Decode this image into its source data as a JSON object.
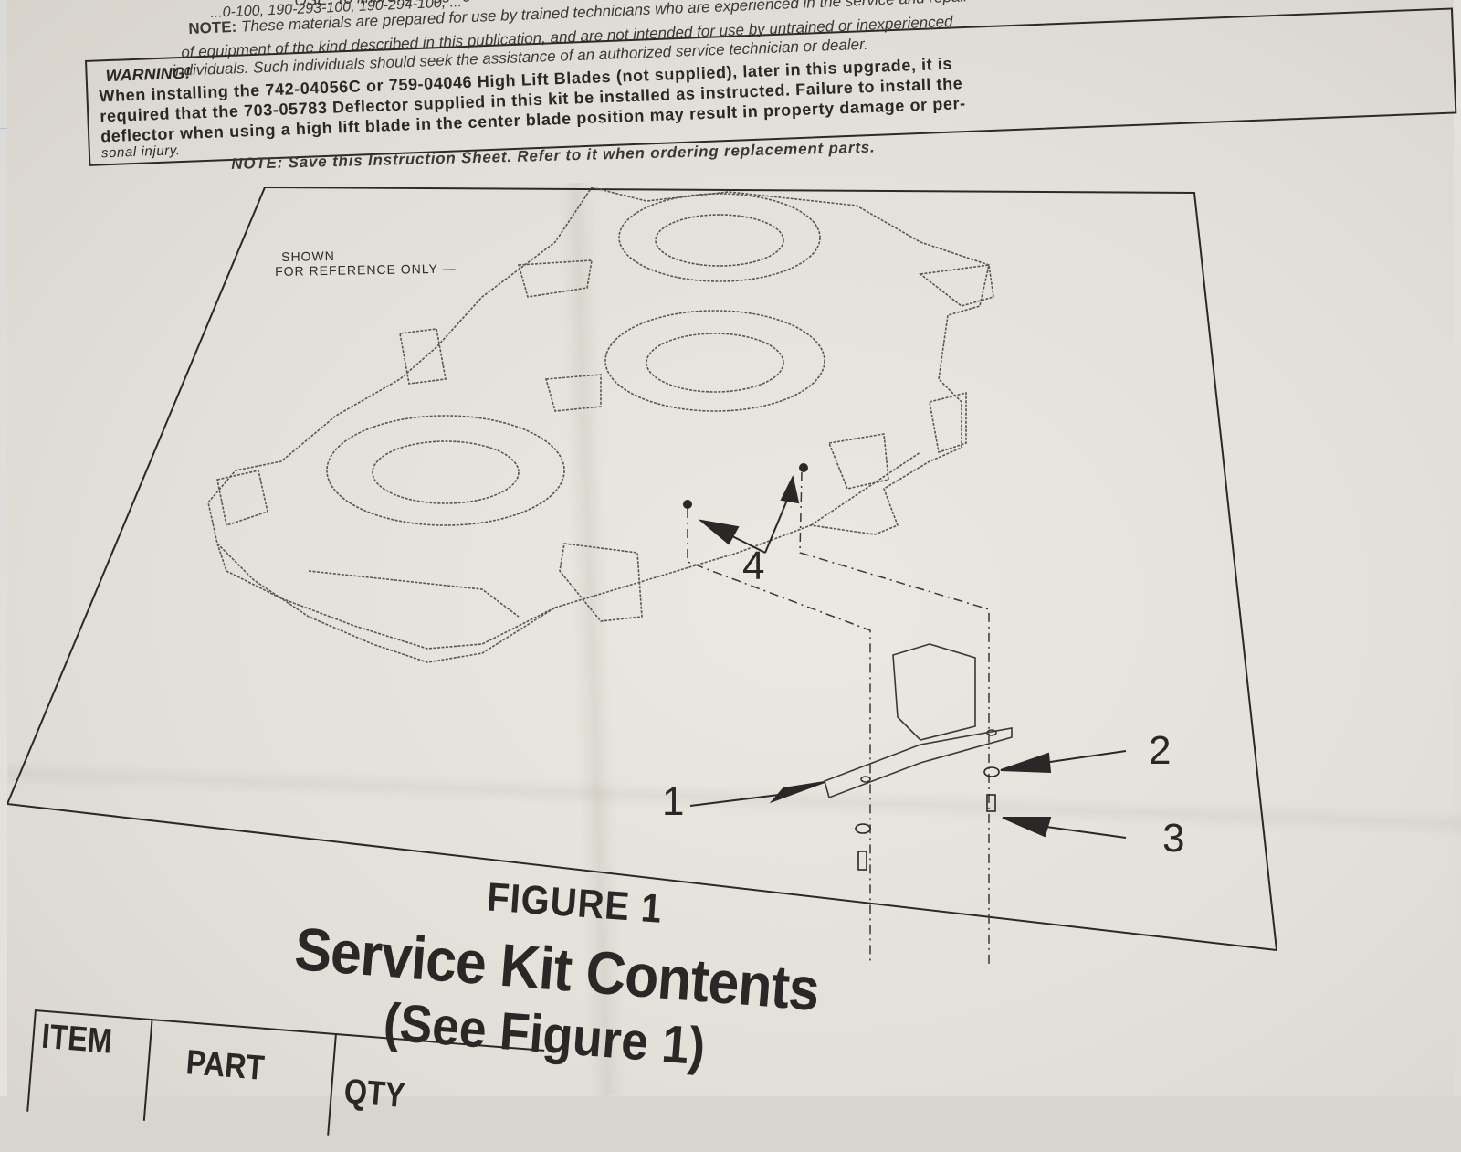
{
  "header": {
    "purpose_line": "...OSE: To improve bagging ...",
    "model_line": "...0-100, 190-293-100, 190-294-100, ...",
    "note_label": "NOTE:",
    "note_line1": "These materials are prepared for use by trained technicians who are experienced in the service and repair",
    "note_line2": "of equipment of the kind described in this publication, and are not intended for use by untrained or inexperienced",
    "note_line3": "individuals. Such individuals should seek the assistance of an authorized service technician or dealer."
  },
  "warning": {
    "title": "WARNING!",
    "line1": "When installing the 742-04056C or 759-04046 High Lift Blades (not supplied), later in this upgrade, it is",
    "line2": "required that the 703-05783 Deflector supplied in this kit be installed as instructed. Failure to install the",
    "line3": "deflector when using a high lift blade in the center blade position may result in property damage or per-",
    "line4": "sonal injury."
  },
  "save_note": "NOTE: Save this Instruction Sheet. Refer to it when ordering replacement parts.",
  "figure": {
    "ref_line1": "SHOWN",
    "ref_line2": "FOR REFERENCE ONLY —",
    "callouts": [
      "1",
      "2",
      "3",
      "4"
    ],
    "caption": "FIGURE 1"
  },
  "section": {
    "title": "Service Kit Contents",
    "subtitle": "(See Figure 1)"
  },
  "table": {
    "headers": [
      "ITEM",
      "PART",
      "QTY"
    ]
  },
  "colors": {
    "paper": "#e6e3dd",
    "ink": "#2a2826",
    "line_art": "#5a5650"
  }
}
